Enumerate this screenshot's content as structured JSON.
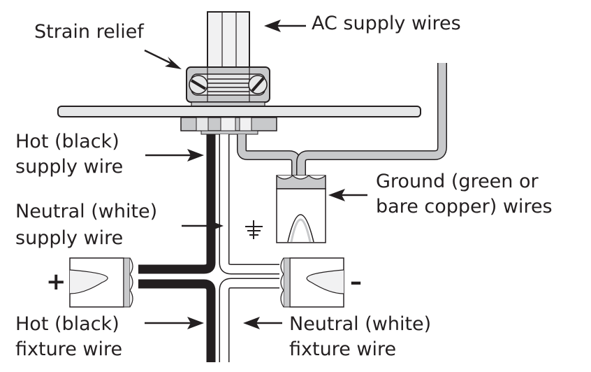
{
  "labels": {
    "strain_relief": "Strain relief",
    "ac_supply": "AC supply wires",
    "hot_supply_1": "Hot (black)",
    "hot_supply_2": "supply wire",
    "neutral_supply_1": "Neutral (white)",
    "neutral_supply_2": "supply wire",
    "ground_1": "Ground (green or",
    "ground_2": "bare copper) wires",
    "hot_fixture_1": "Hot (black)",
    "hot_fixture_2": "fixture wire",
    "neutral_fixture_1": "Neutral (white)",
    "neutral_fixture_2": "fixture wire"
  },
  "symbols": {
    "plus": "+",
    "minus": "–"
  },
  "colors": {
    "ink": "#231f20",
    "gray": "#c8c9cb",
    "light": "#f1f1f2"
  }
}
